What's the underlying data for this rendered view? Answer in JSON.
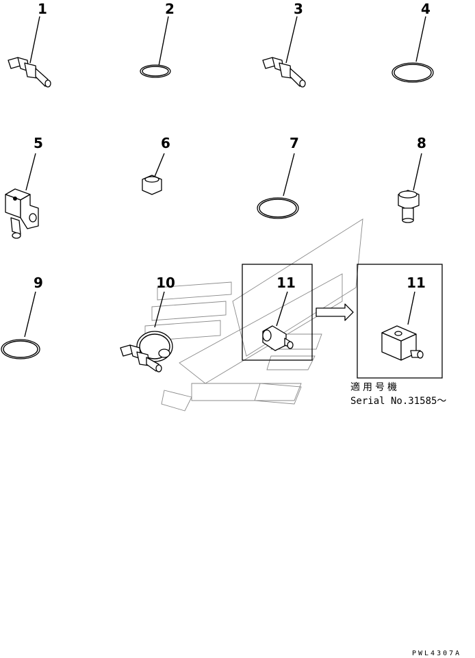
{
  "diagram": {
    "callouts": [
      "1",
      "2",
      "3",
      "4",
      "5",
      "6",
      "7",
      "8",
      "9",
      "10",
      "11",
      "11"
    ],
    "note_jp": "適用号機",
    "note_serial": "Serial No.31585～",
    "drawing_code": "PWL4307A"
  }
}
